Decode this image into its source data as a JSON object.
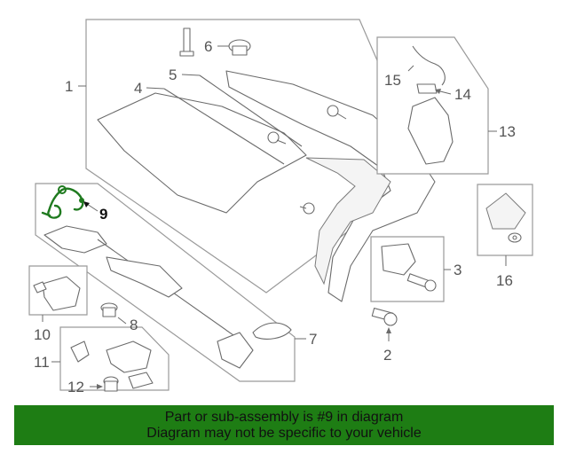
{
  "diagram": {
    "callouts": {
      "c1": "1",
      "c2": "2",
      "c3": "3",
      "c4": "4",
      "c5": "5",
      "c6": "6",
      "c7": "7",
      "c8": "8",
      "c9": "9",
      "c10": "10",
      "c11": "11",
      "c12": "12",
      "c13": "13",
      "c14": "14",
      "c15": "15",
      "c16": "16"
    },
    "highlight_color": "#1f7a1f"
  },
  "banner": {
    "line1": "Part or sub-assembly is #9 in diagram",
    "line2": "Diagram may not be specific to your vehicle",
    "color": "#1e7d14"
  }
}
